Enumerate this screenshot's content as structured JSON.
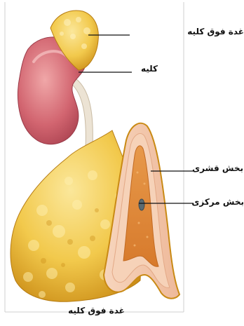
{
  "labels": {
    "adrenal_gland": "غدة فوق کلیه",
    "kidney": "کلیه",
    "cortex": "بخش قشری",
    "medulla": "بخش مرکزی"
  },
  "caption": "غدة فوق کلیه",
  "colors": {
    "adrenal_yellow": "#f2c94c",
    "adrenal_shadow": "#d79a1e",
    "kidney_red": "#d26570",
    "cortex_pink": "#f5c9ad",
    "medulla_orange": "#e08a3a"
  }
}
